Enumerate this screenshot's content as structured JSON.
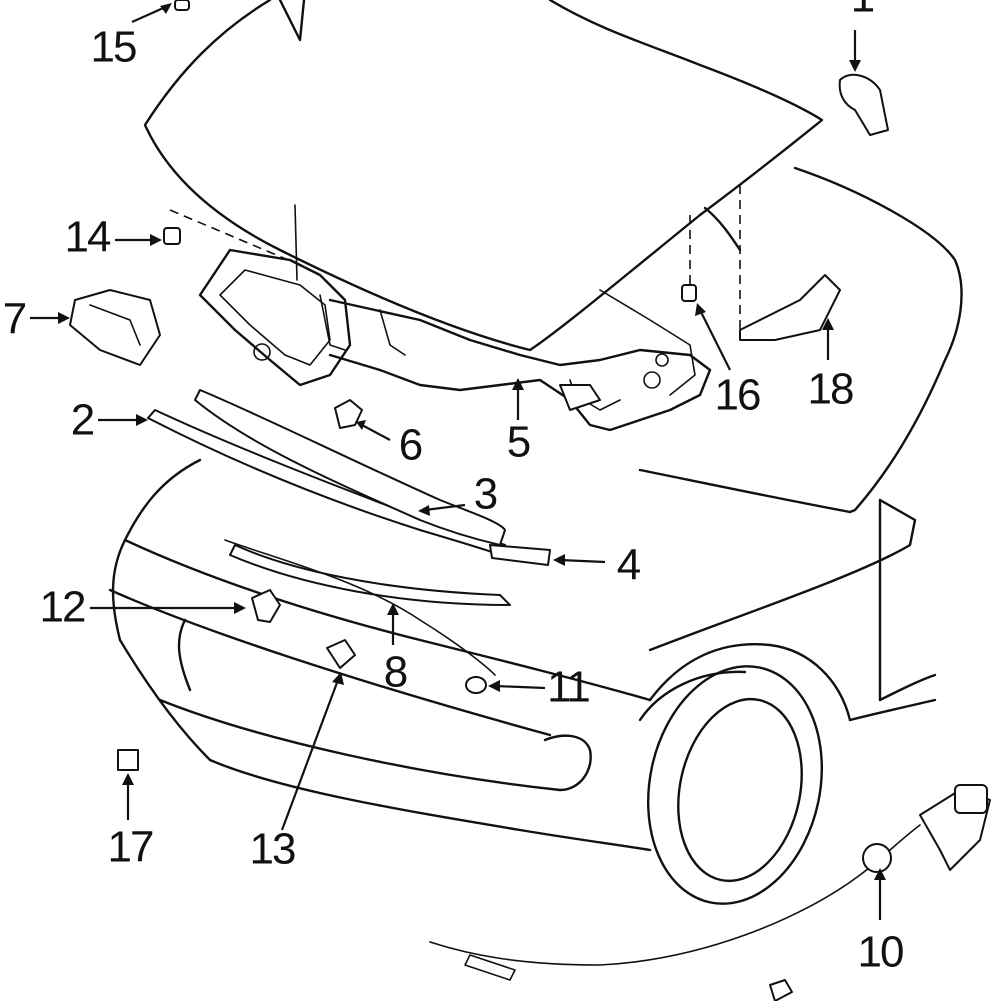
{
  "callouts": [
    {
      "id": "c1",
      "label": "1"
    },
    {
      "id": "c2",
      "label": "2"
    },
    {
      "id": "c3",
      "label": "3"
    },
    {
      "id": "c4",
      "label": "4"
    },
    {
      "id": "c5",
      "label": "5"
    },
    {
      "id": "c6",
      "label": "6"
    },
    {
      "id": "c7",
      "label": "7"
    },
    {
      "id": "c8",
      "label": "8"
    },
    {
      "id": "c10",
      "label": "10"
    },
    {
      "id": "c11",
      "label": "11"
    },
    {
      "id": "c12",
      "label": "12"
    },
    {
      "id": "c13",
      "label": "13"
    },
    {
      "id": "c14",
      "label": "14"
    },
    {
      "id": "c15",
      "label": "15"
    },
    {
      "id": "c16",
      "label": "16"
    },
    {
      "id": "c17",
      "label": "17"
    },
    {
      "id": "c18",
      "label": "18"
    }
  ]
}
